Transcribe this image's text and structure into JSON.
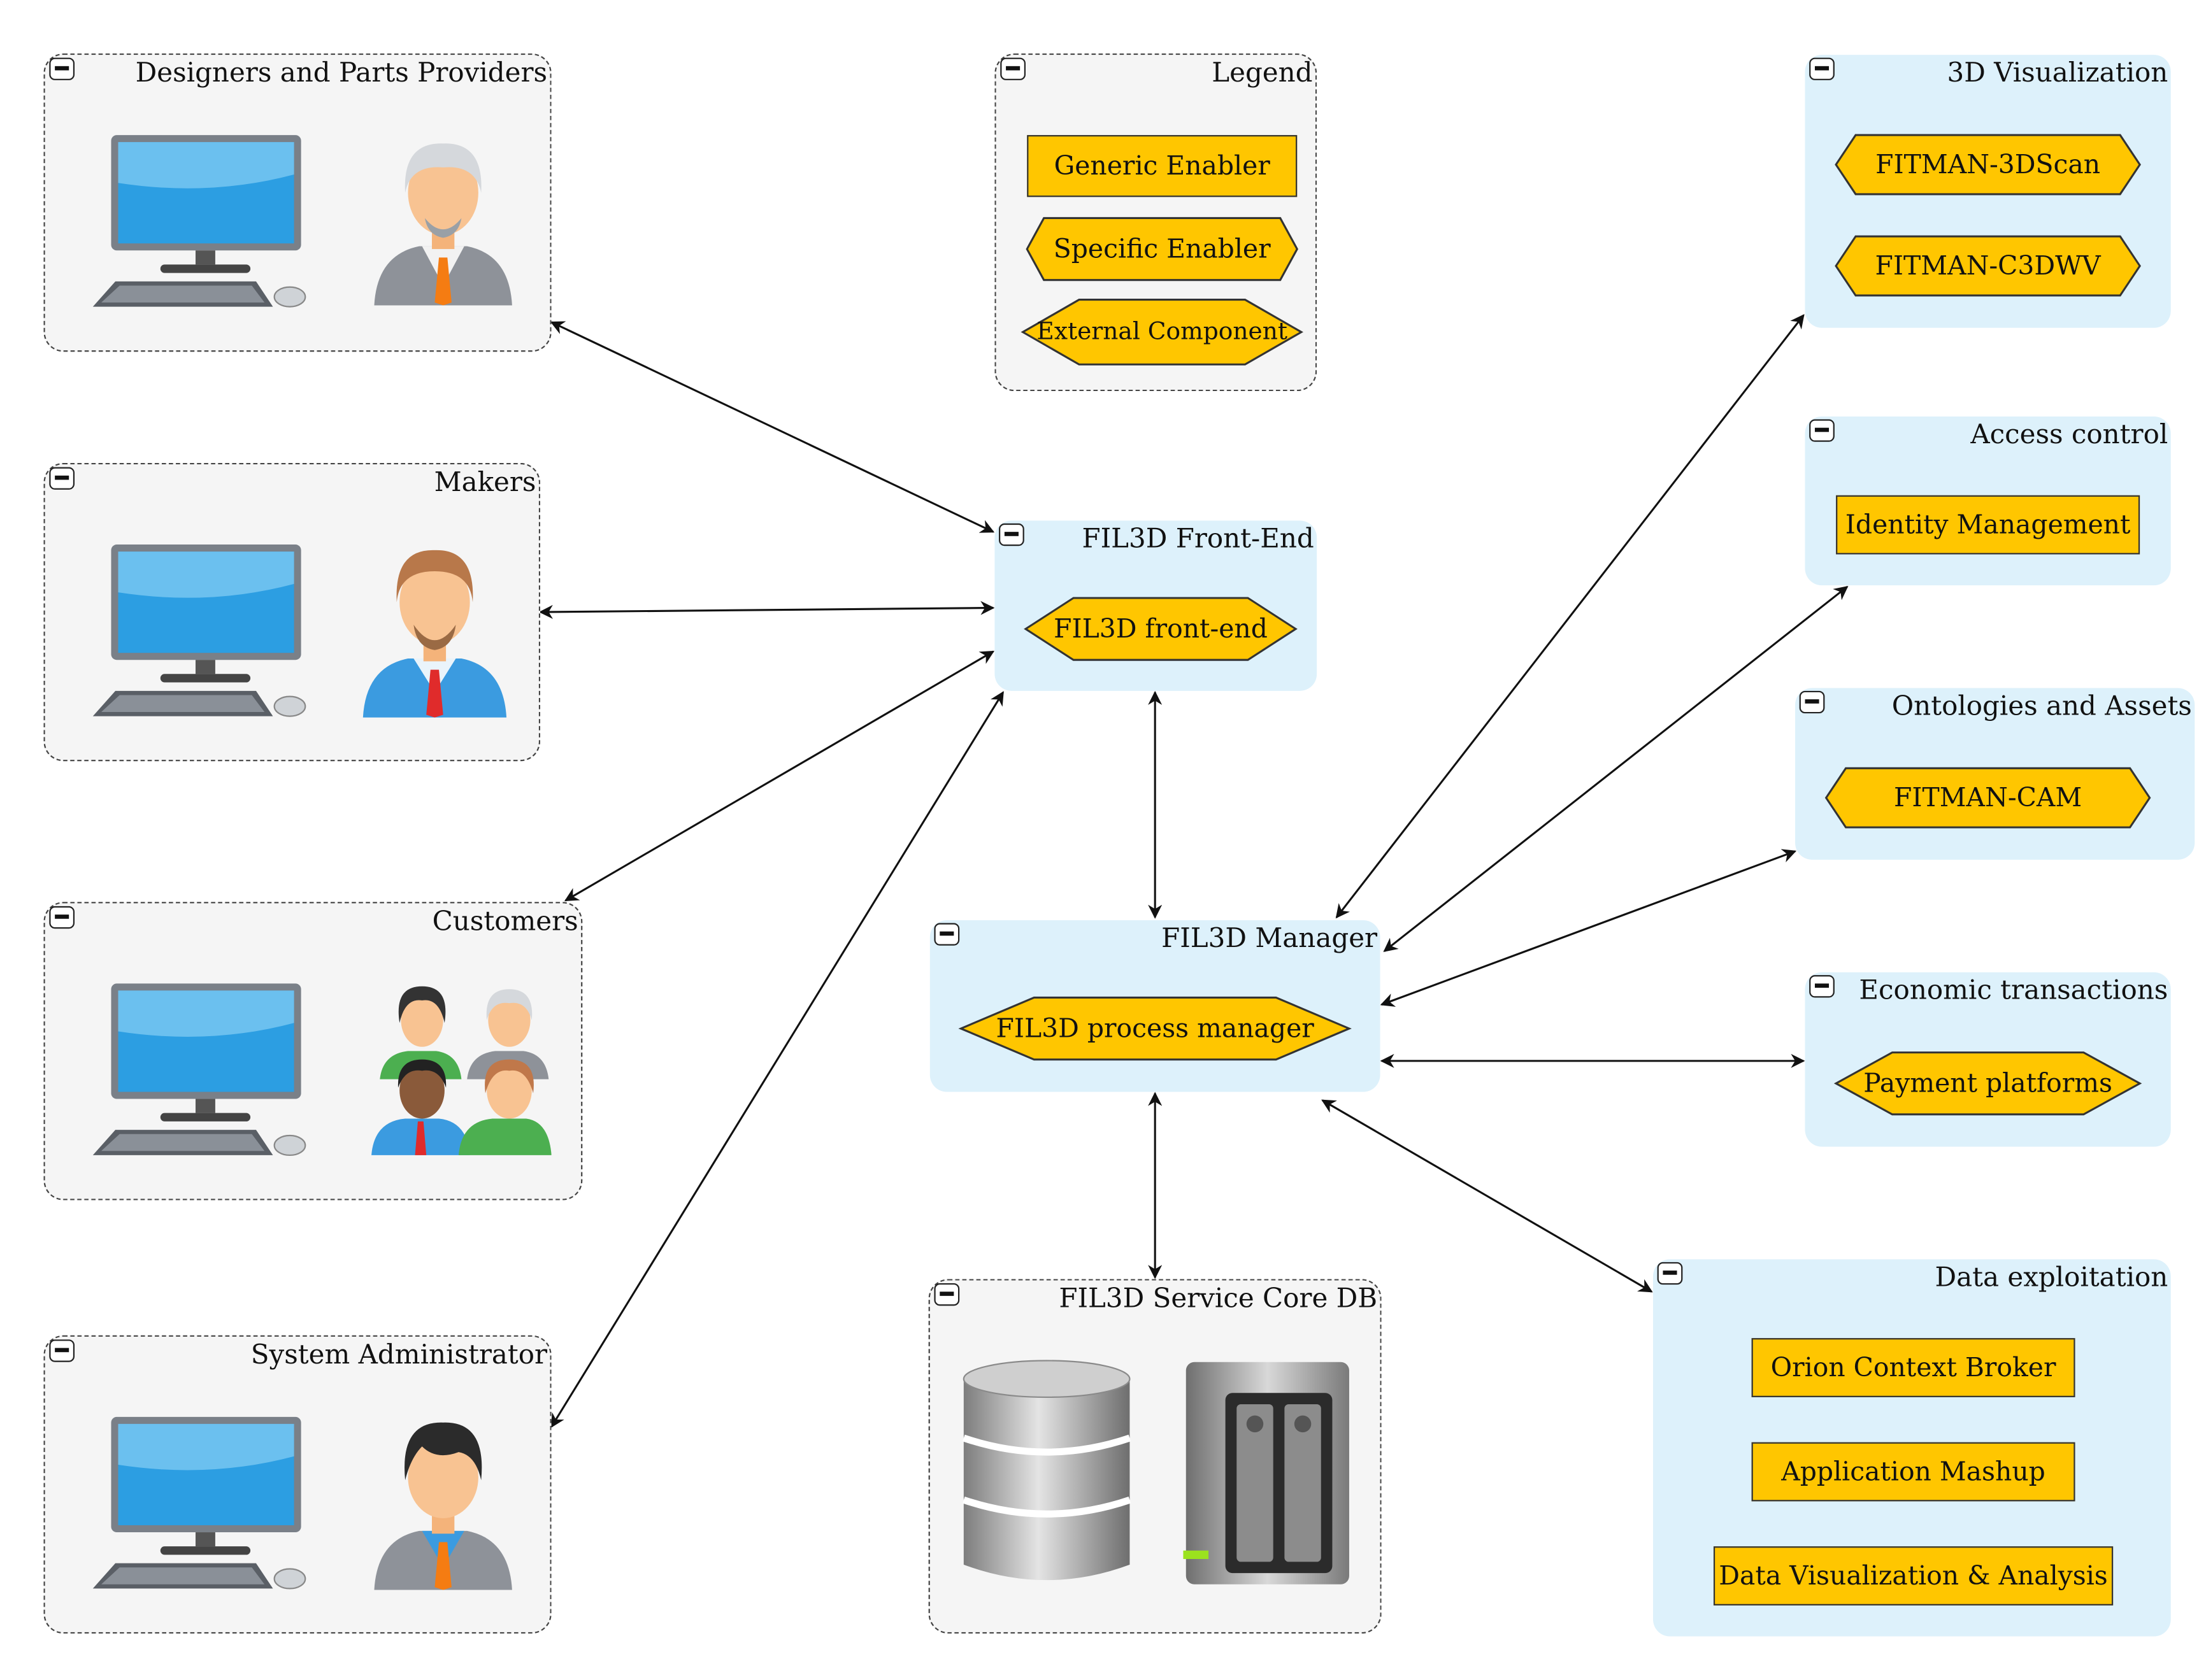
{
  "colors": {
    "component_fill": "#ffc600",
    "service_group_fill": "#ddf1fb",
    "actor_group_fill": "#f5f5f5",
    "edge": "#111111"
  },
  "groups": {
    "designers": {
      "title": "Designers and Parts Providers",
      "icons": [
        "desktop-computer-icon",
        "senior-man-avatar-icon"
      ]
    },
    "makers": {
      "title": "Makers",
      "icons": [
        "desktop-computer-icon",
        "bearded-man-avatar-icon"
      ]
    },
    "customers": {
      "title": "Customers",
      "icons": [
        "desktop-computer-icon",
        "people-group-icon"
      ]
    },
    "sysadmin": {
      "title": "System Administrator",
      "icons": [
        "desktop-computer-icon",
        "young-man-avatar-icon"
      ]
    },
    "legend": {
      "title": "Legend",
      "generic": "Generic Enabler",
      "specific": "Specific Enabler",
      "external": "External Component"
    },
    "frontend": {
      "title": "FIL3D Front-End",
      "component": "FIL3D front-end"
    },
    "manager": {
      "title": "FIL3D Manager",
      "component": "FIL3D process manager"
    },
    "coredb": {
      "title": "FIL3D Service Core DB",
      "icons": [
        "database-icon",
        "server-icon"
      ]
    },
    "visualization": {
      "title": "3D Visualization",
      "components": [
        "FITMAN-3DScan",
        "FITMAN-C3DWV"
      ]
    },
    "access": {
      "title": "Access control",
      "component": "Identity Management"
    },
    "ontologies": {
      "title": "Ontologies and Assets",
      "component": "FITMAN-CAM"
    },
    "economic": {
      "title": "Economic transactions",
      "component": "Payment platforms"
    },
    "data": {
      "title": "Data exploitation",
      "components": [
        "Orion Context Broker",
        "Application Mashup",
        "Data Visualization & Analysis"
      ]
    }
  },
  "edges": [
    {
      "from": "designers",
      "to": "frontend",
      "direction": "both"
    },
    {
      "from": "makers",
      "to": "frontend",
      "direction": "both"
    },
    {
      "from": "customers",
      "to": "frontend",
      "direction": "both"
    },
    {
      "from": "sysadmin",
      "to": "frontend",
      "direction": "both"
    },
    {
      "from": "frontend",
      "to": "manager",
      "direction": "both"
    },
    {
      "from": "manager",
      "to": "coredb",
      "direction": "both"
    },
    {
      "from": "manager",
      "to": "visualization",
      "direction": "both"
    },
    {
      "from": "manager",
      "to": "access",
      "direction": "both"
    },
    {
      "from": "manager",
      "to": "ontologies",
      "direction": "both"
    },
    {
      "from": "manager",
      "to": "economic",
      "direction": "both"
    },
    {
      "from": "manager",
      "to": "data",
      "direction": "both"
    }
  ]
}
